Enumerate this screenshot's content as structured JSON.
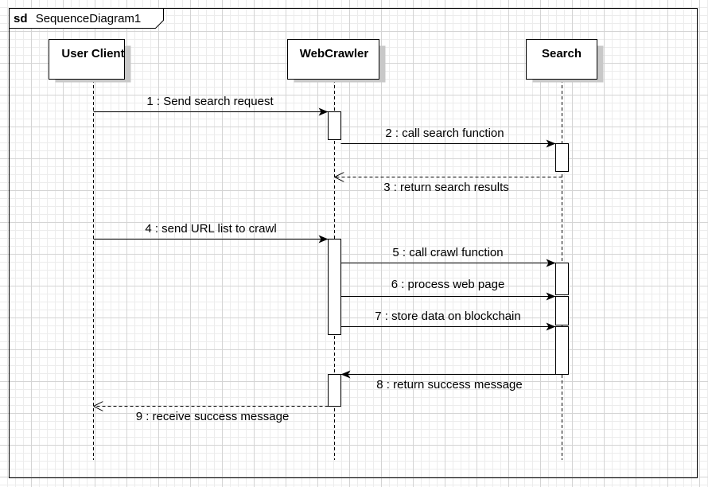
{
  "frame": {
    "keyword": "sd",
    "name": "SequenceDiagram1"
  },
  "lifelines": [
    {
      "id": "user-client",
      "label": "User Client"
    },
    {
      "id": "webcrawler",
      "label": "WebCrawler"
    },
    {
      "id": "search",
      "label": "Search"
    }
  ],
  "messages": [
    {
      "label": "1 : Send search request",
      "from": "user-client",
      "to": "webcrawler",
      "kind": "call"
    },
    {
      "label": "2 : call search function",
      "from": "webcrawler",
      "to": "search",
      "kind": "call"
    },
    {
      "label": "3 : return search results",
      "from": "search",
      "to": "webcrawler",
      "kind": "return"
    },
    {
      "label": "4 : send URL list to crawl",
      "from": "user-client",
      "to": "webcrawler",
      "kind": "call"
    },
    {
      "label": "5 : call crawl function",
      "from": "webcrawler",
      "to": "search",
      "kind": "call"
    },
    {
      "label": "6 : process web page",
      "from": "webcrawler",
      "to": "search",
      "kind": "call"
    },
    {
      "label": "7 : store data on blockchain",
      "from": "webcrawler",
      "to": "search",
      "kind": "call"
    },
    {
      "label": "8 : return success message",
      "from": "search",
      "to": "webcrawler",
      "kind": "call"
    },
    {
      "label": "9 : receive success message",
      "from": "webcrawler",
      "to": "user-client",
      "kind": "return"
    }
  ]
}
